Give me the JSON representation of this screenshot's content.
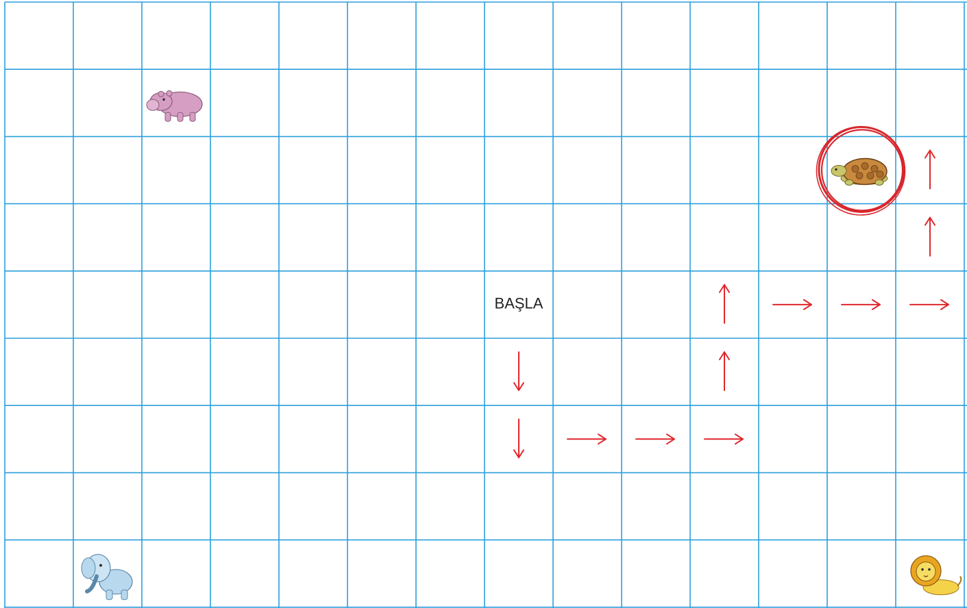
{
  "start_label": "BAŞLA",
  "grid": {
    "rows": 9,
    "cols": 14,
    "line_color": "#2a9fdc"
  },
  "colors": {
    "arrow": "#e0262b",
    "circle": "#d8272d"
  },
  "animals": [
    {
      "name": "hippo",
      "row": 1,
      "col": 2
    },
    {
      "name": "turtle",
      "row": 2,
      "col": 12
    },
    {
      "name": "elephant",
      "row": 8,
      "col": 1
    },
    {
      "name": "lion",
      "row": 8,
      "col": 13
    }
  ],
  "start": {
    "row": 4,
    "col": 7
  },
  "path_arrows": [
    {
      "row": 5,
      "col": 7,
      "dir": "down"
    },
    {
      "row": 6,
      "col": 7,
      "dir": "down"
    },
    {
      "row": 6,
      "col": 8,
      "dir": "right"
    },
    {
      "row": 6,
      "col": 9,
      "dir": "right"
    },
    {
      "row": 6,
      "col": 10,
      "dir": "right"
    },
    {
      "row": 5,
      "col": 10,
      "dir": "up"
    },
    {
      "row": 4,
      "col": 10,
      "dir": "up"
    },
    {
      "row": 4,
      "col": 11,
      "dir": "right"
    },
    {
      "row": 4,
      "col": 12,
      "dir": "right"
    },
    {
      "row": 4,
      "col": 13,
      "dir": "right"
    },
    {
      "row": 3,
      "col": 13,
      "dir": "up"
    },
    {
      "row": 2,
      "col": 13,
      "dir": "up"
    }
  ],
  "highlight": {
    "target": "turtle"
  }
}
